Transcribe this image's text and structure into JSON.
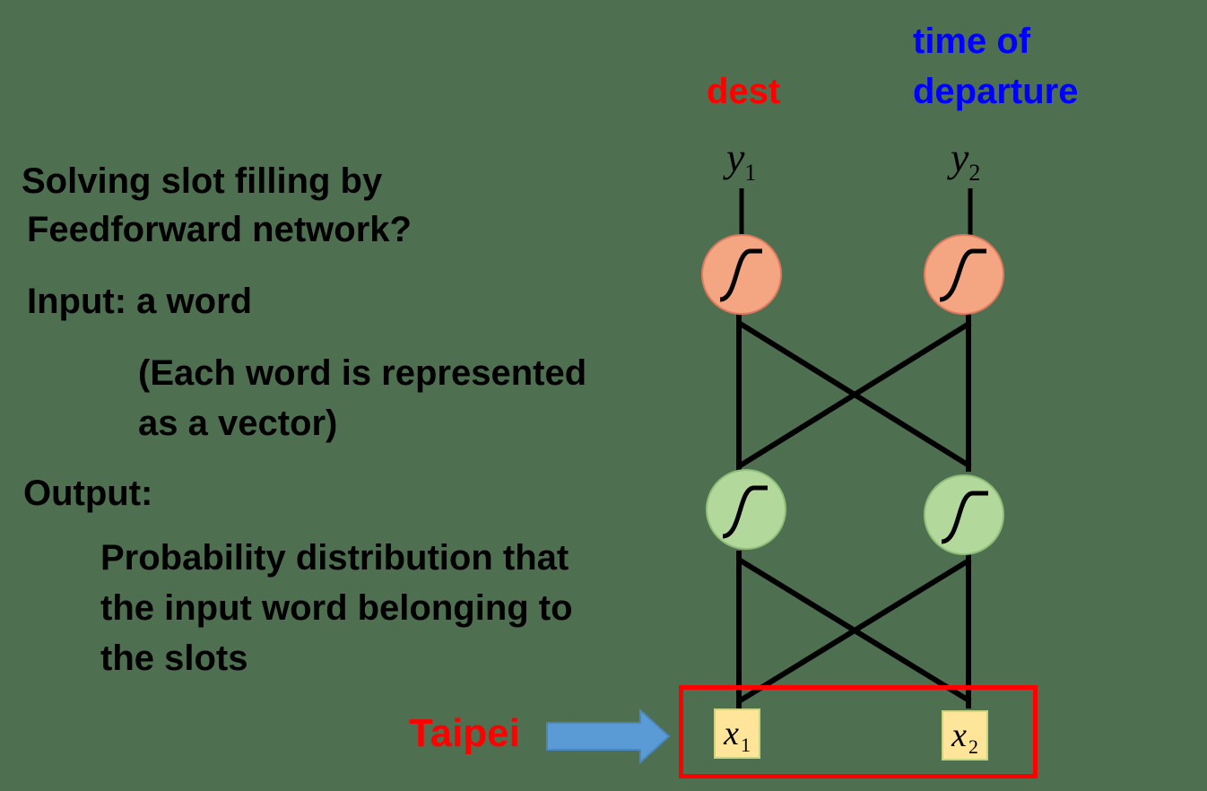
{
  "left_text": {
    "line1": "Solving slot filling by",
    "line2": "Feedforward network?",
    "input": "Input: a word",
    "input_note1": "(Each word is represented",
    "input_note2": "as a vector)",
    "output": "Output:",
    "output_note1": "Probability distribution that",
    "output_note2": "the input word belonging to",
    "output_note3": "the slots"
  },
  "outputs": {
    "y1_label": "dest",
    "y2_label_line1": "time of",
    "y2_label_line2": "departure",
    "y1_symbol": "y",
    "y1_subscript": "1",
    "y2_symbol": "y",
    "y2_subscript": "2"
  },
  "inputs": {
    "word": "Taipei",
    "x1_symbol": "x",
    "x1_subscript": "1",
    "x2_symbol": "x",
    "x2_subscript": "2"
  },
  "colors": {
    "background": "#4e7050",
    "output_neuron": "#f4a582",
    "hidden_neuron": "#b3d89c",
    "input_box": "#ffe599",
    "arrow": "#5b9bd5",
    "highlight_red": "#ff0000",
    "label_blue": "#0000ff"
  },
  "icons": {
    "neuron": "sigmoid-curve-icon",
    "arrow": "right-arrow-icon"
  }
}
